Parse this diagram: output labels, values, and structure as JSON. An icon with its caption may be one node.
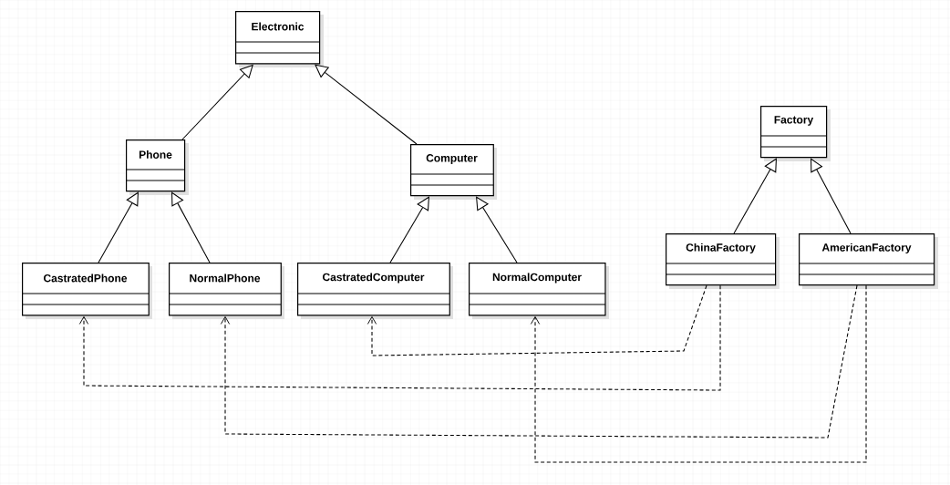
{
  "diagram": {
    "nodes": [
      {
        "text": [
          "Electronic"
        ]
      },
      {
        "text": [
          "Phone"
        ]
      },
      {
        "text": [
          "Computer"
        ]
      },
      {
        "text": [
          "CastratedPhone"
        ]
      },
      {
        "text": [
          "NormalPhone"
        ]
      },
      {
        "text": [
          "CastratedComputer"
        ]
      },
      {
        "text": [
          "NormalComputer"
        ]
      },
      {
        "text": [
          "Factory"
        ]
      },
      {
        "text": [
          "ChinaFactory"
        ]
      },
      {
        "text": [
          "AmericanFactory"
        ]
      }
    ],
    "edges": [
      {
        "from": 1,
        "to": 0,
        "arrow": "to"
      },
      {
        "from": 2,
        "to": 0,
        "arrow": "to"
      },
      {
        "from": 3,
        "to": 1,
        "arrow": "to"
      },
      {
        "from": 4,
        "to": 1,
        "arrow": "to"
      },
      {
        "from": 5,
        "to": 2,
        "arrow": "to"
      },
      {
        "from": 6,
        "to": 2,
        "arrow": "to"
      },
      {
        "from": 8,
        "to": 7,
        "arrow": "to"
      },
      {
        "from": 9,
        "to": 7,
        "arrow": "to"
      },
      {
        "from": 8,
        "to": 5,
        "arrow": "to",
        "style": "dashed"
      },
      {
        "from": 8,
        "to": 3,
        "arrow": "to",
        "style": "dashed"
      },
      {
        "from": 9,
        "to": 4,
        "arrow": "to",
        "style": "dashed"
      },
      {
        "from": 9,
        "to": 6,
        "arrow": "to",
        "style": "dashed"
      }
    ]
  }
}
